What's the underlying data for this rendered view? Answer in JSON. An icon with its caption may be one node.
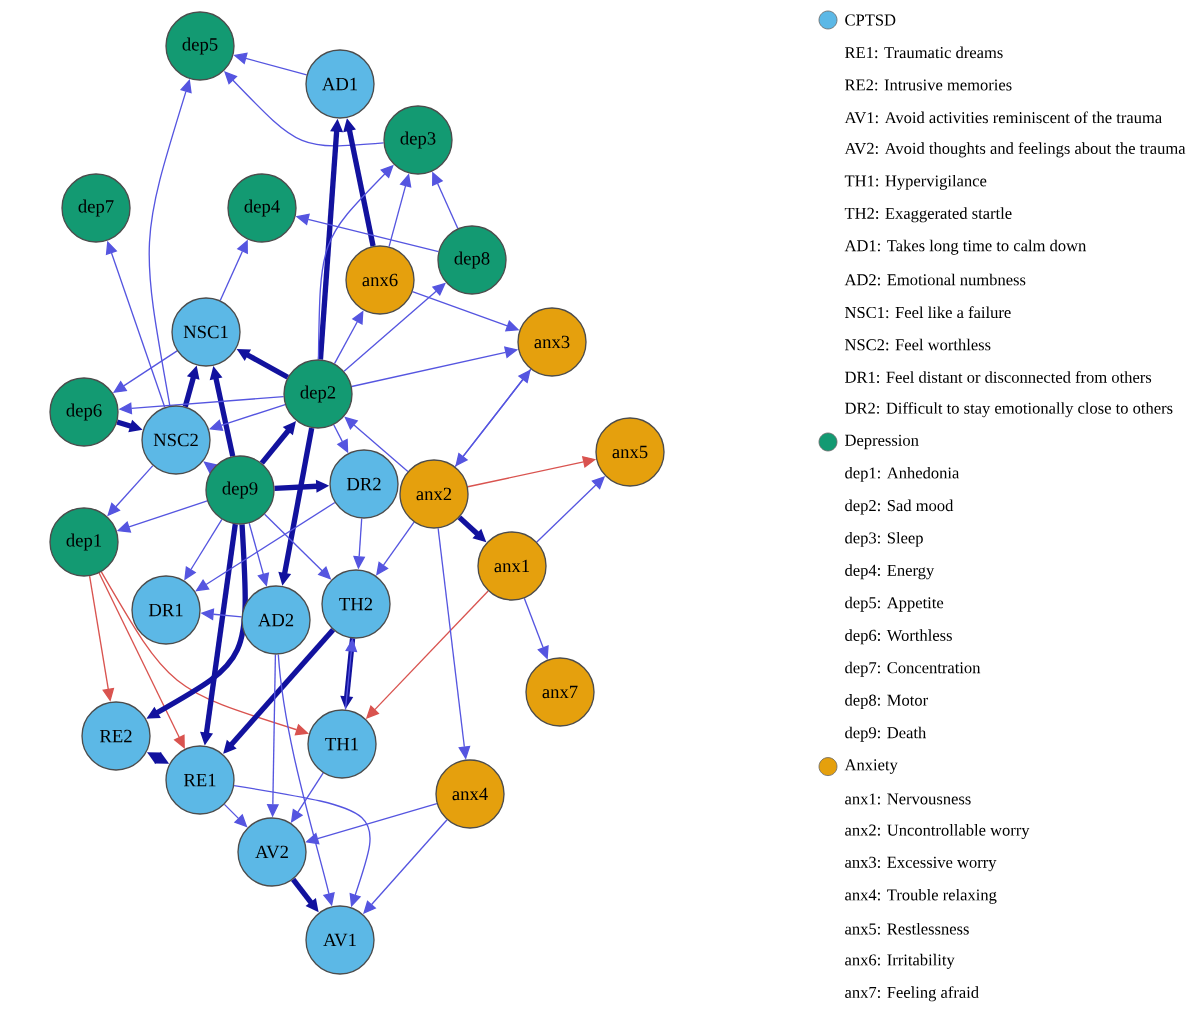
{
  "diagram": {
    "nodes": [
      {
        "text": [
          "dep5"
        ]
      },
      {
        "text": [
          "AD1"
        ]
      },
      {
        "text": [
          "dep3"
        ]
      },
      {
        "text": [
          "dep7"
        ]
      },
      {
        "text": [
          "dep4"
        ]
      },
      {
        "text": [
          "dep8"
        ]
      },
      {
        "text": [
          "anx6"
        ]
      },
      {
        "text": [
          "NSC1"
        ]
      },
      {
        "text": [
          "anx3"
        ]
      },
      {
        "text": [
          "dep2"
        ]
      },
      {
        "text": [
          "dep6"
        ]
      },
      {
        "text": [
          "NSC2"
        ]
      },
      {
        "text": [
          "anx5"
        ]
      },
      {
        "text": [
          "dep9"
        ]
      },
      {
        "text": [
          "DR2"
        ]
      },
      {
        "text": [
          "anx2"
        ]
      },
      {
        "text": [
          "dep1"
        ]
      },
      {
        "text": [
          "anx1"
        ]
      },
      {
        "text": [
          "DR1"
        ]
      },
      {
        "text": [
          "AD2"
        ]
      },
      {
        "text": [
          "TH2"
        ]
      },
      {
        "text": [
          "anx7"
        ]
      },
      {
        "text": [
          "RE2"
        ]
      },
      {
        "text": [
          "TH1"
        ]
      },
      {
        "text": [
          "RE1"
        ]
      },
      {
        "text": [
          "anx4"
        ]
      },
      {
        "text": [
          "AV2"
        ]
      },
      {
        "text": [
          "AV1"
        ]
      }
    ],
    "edges": [
      {
        "from": 1,
        "to": 0,
        "arrow": "to"
      },
      {
        "from": 2,
        "to": 0,
        "arrow": "to"
      },
      {
        "from": 9,
        "to": 1,
        "arrow": "to",
        "style": "thick",
        "color": "#12129e"
      },
      {
        "from": 6,
        "to": 1,
        "arrow": "to",
        "style": "thick",
        "color": "#12129e"
      },
      {
        "from": 5,
        "to": 2,
        "arrow": "to"
      },
      {
        "from": 6,
        "to": 2,
        "arrow": "to"
      },
      {
        "from": 9,
        "to": 2,
        "arrow": "to"
      },
      {
        "from": 5,
        "to": 4,
        "arrow": "to"
      },
      {
        "from": 7,
        "to": 4,
        "arrow": "to"
      },
      {
        "from": 11,
        "to": 0,
        "arrow": "to"
      },
      {
        "from": 11,
        "to": 3,
        "arrow": "to"
      },
      {
        "from": 9,
        "to": 6,
        "arrow": "to"
      },
      {
        "from": 9,
        "to": 5,
        "arrow": "to"
      },
      {
        "from": 6,
        "to": 8,
        "arrow": "to"
      },
      {
        "from": 9,
        "to": 8,
        "arrow": "to"
      },
      {
        "from": 15,
        "to": 8,
        "arrow": "to"
      },
      {
        "from": 8,
        "to": 15,
        "arrow": "to"
      },
      {
        "from": 15,
        "to": 9,
        "arrow": "to"
      },
      {
        "from": 9,
        "to": 7,
        "arrow": "to",
        "style": "thick",
        "color": "#12129e"
      },
      {
        "from": 13,
        "to": 7,
        "arrow": "to",
        "style": "thick",
        "color": "#12129e"
      },
      {
        "from": 11,
        "to": 7,
        "arrow": "to",
        "style": "thick",
        "color": "#12129e"
      },
      {
        "from": 7,
        "to": 10,
        "arrow": "to"
      },
      {
        "from": 9,
        "to": 10,
        "arrow": "to"
      },
      {
        "from": 10,
        "to": 11,
        "arrow": "to",
        "style": "thick",
        "color": "#12129e"
      },
      {
        "from": 13,
        "to": 11,
        "arrow": "to"
      },
      {
        "from": 9,
        "to": 11,
        "arrow": "to"
      },
      {
        "from": 15,
        "to": 12,
        "arrow": "to",
        "color": "#d9534f"
      },
      {
        "from": 17,
        "to": 12,
        "arrow": "to"
      },
      {
        "from": 15,
        "to": 17,
        "arrow": "to",
        "style": "thick",
        "color": "#12129e"
      },
      {
        "from": 9,
        "to": 14,
        "arrow": "to"
      },
      {
        "from": 13,
        "to": 14,
        "arrow": "to",
        "style": "thick",
        "color": "#12129e"
      },
      {
        "from": 13,
        "to": 9,
        "arrow": "to",
        "style": "thick",
        "color": "#12129e"
      },
      {
        "from": 11,
        "to": 16,
        "arrow": "to"
      },
      {
        "from": 13,
        "to": 16,
        "arrow": "to"
      },
      {
        "from": 16,
        "to": 22,
        "arrow": "to",
        "color": "#d9534f"
      },
      {
        "from": 16,
        "to": 24,
        "arrow": "to",
        "color": "#d9534f"
      },
      {
        "from": 16,
        "to": 23,
        "arrow": "to",
        "color": "#d9534f"
      },
      {
        "from": 17,
        "to": 23,
        "arrow": "to",
        "color": "#d9534f"
      },
      {
        "from": 13,
        "to": 18,
        "arrow": "to"
      },
      {
        "from": 13,
        "to": 22,
        "arrow": "to",
        "style": "thick",
        "color": "#12129e"
      },
      {
        "from": 13,
        "to": 24,
        "arrow": "to",
        "style": "thick",
        "color": "#12129e"
      },
      {
        "from": 13,
        "to": 19,
        "arrow": "to"
      },
      {
        "from": 9,
        "to": 19,
        "arrow": "to",
        "style": "thick",
        "color": "#12129e"
      },
      {
        "from": 14,
        "to": 20,
        "arrow": "to"
      },
      {
        "from": 15,
        "to": 20,
        "arrow": "to"
      },
      {
        "from": 20,
        "to": 23,
        "arrow": "to",
        "style": "thick",
        "color": "#12129e"
      },
      {
        "from": 23,
        "to": 20,
        "arrow": "to"
      },
      {
        "from": 20,
        "to": 24,
        "arrow": "to",
        "style": "thick",
        "color": "#12129e"
      },
      {
        "from": 19,
        "to": 18,
        "arrow": "to"
      },
      {
        "from": 17,
        "to": 21,
        "arrow": "to"
      },
      {
        "from": 15,
        "to": 25,
        "arrow": "to"
      },
      {
        "from": 25,
        "to": 26,
        "arrow": "to"
      },
      {
        "from": 25,
        "to": 27,
        "arrow": "to"
      },
      {
        "from": 24,
        "to": 26,
        "arrow": "to"
      },
      {
        "from": 19,
        "to": 26,
        "arrow": "to"
      },
      {
        "from": 23,
        "to": 26,
        "arrow": "to"
      },
      {
        "from": 26,
        "to": 27,
        "arrow": "to",
        "style": "thick",
        "color": "#12129e"
      },
      {
        "from": 24,
        "to": 27,
        "arrow": "to"
      },
      {
        "from": 19,
        "to": 27,
        "arrow": "to"
      },
      {
        "from": 22,
        "to": 24,
        "arrow": "both",
        "style": "thick",
        "color": "#12129e"
      },
      {
        "from": 14,
        "to": 18,
        "arrow": "to"
      },
      {
        "from": 13,
        "to": 20,
        "arrow": "to"
      }
    ],
    "legend": [
      {
        "text": "CPTSD",
        "color": "#5cb8e6"
      },
      {
        "text": "Depression",
        "color": "#139a72"
      },
      {
        "text": "Anxiety",
        "color": "#e5a00d"
      }
    ],
    "labels": [
      "RE1: Traumatic dreams",
      "RE2: Intrusive memories",
      "AV1: Avoid activities reminiscent of the trauma",
      "AV2: Avoid thoughts and feelings about the trauma",
      "TH1: Hypervigilance",
      "TH2: Exaggerated startle",
      "AD1: Takes long time to calm down",
      "AD2: Emotional numbness",
      "NSC1: Feel like a failure",
      "NSC2: Feel worthless",
      "DR1: Feel distant or disconnected from others",
      "DR2: Difficult to stay emotionally close to others",
      "dep1: Anhedonia",
      "dep2: Sad mood",
      "dep3: Sleep",
      "dep4: Energy",
      "dep5: Appetite",
      "dep6: Worthless",
      "dep7: Concentration",
      "dep8: Motor",
      "dep9: Death",
      "anx1: Nervousness",
      "anx2: Uncontrollable worry",
      "anx3: Excessive worry",
      "anx4: Trouble relaxing",
      "anx5: Restlessness",
      "anx6: Irritability",
      "anx7: Feeling afraid"
    ]
  }
}
